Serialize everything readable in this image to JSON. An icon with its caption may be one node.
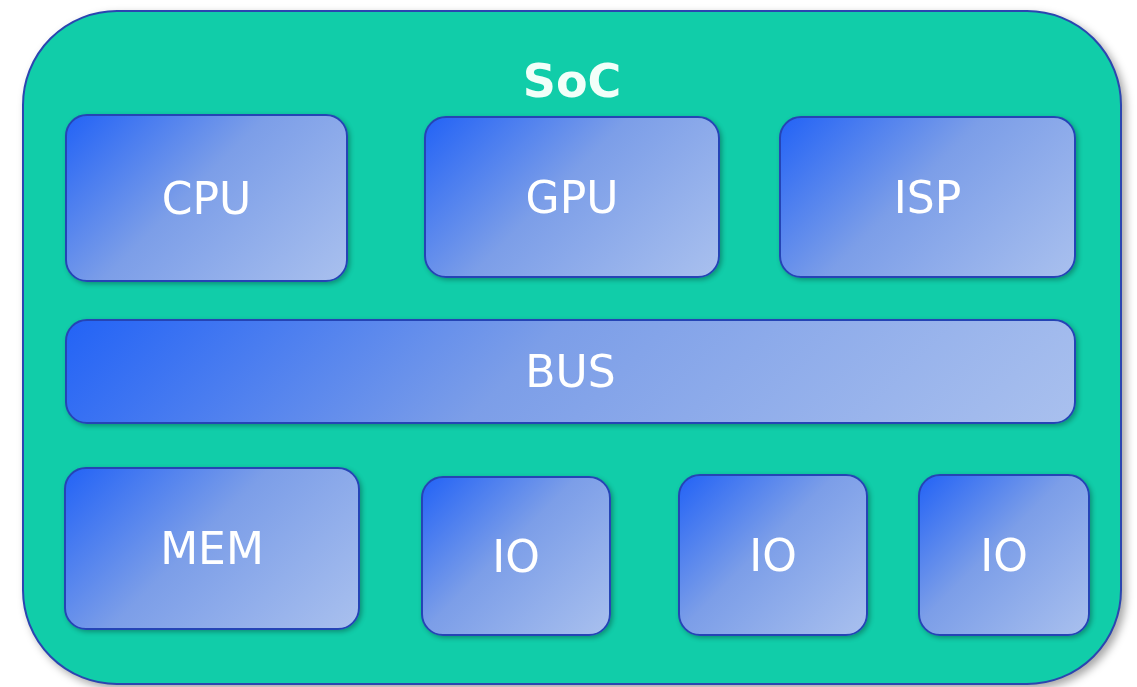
{
  "diagram": {
    "nodes": [
      {
        "text": [
          "SoC"
        ]
      },
      {
        "text": [
          "CPU"
        ],
        "in": 0
      },
      {
        "text": [
          "GPU"
        ],
        "in": 0
      },
      {
        "text": [
          "ISP"
        ],
        "in": 0
      },
      {
        "text": [
          "BUS"
        ],
        "in": 0
      },
      {
        "text": [
          "MEM"
        ],
        "in": 0
      },
      {
        "text": [
          "IO"
        ],
        "in": 0
      },
      {
        "text": [
          "IO"
        ],
        "in": 0
      },
      {
        "text": [
          "IO"
        ],
        "in": 0
      }
    ],
    "edges": []
  }
}
